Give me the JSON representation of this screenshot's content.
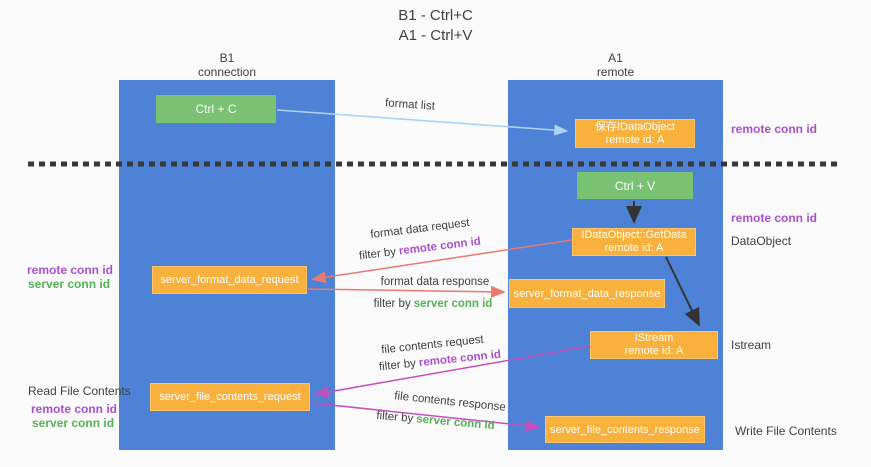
{
  "title": {
    "line1": "B1 - Ctrl+C",
    "line2": "A1 - Ctrl+V"
  },
  "lanes": {
    "left": {
      "name": "B1",
      "role": "connection"
    },
    "right": {
      "name": "A1",
      "role": "remote"
    }
  },
  "nodes": {
    "ctrl_c": "Ctrl + C",
    "ctrl_v": "Ctrl + V",
    "save_dataobject": {
      "line1": "保存IDataObject",
      "line2": "remote id: A"
    },
    "getdata": {
      "line1": "IDataObject::GetData",
      "line2": "remote id: A"
    },
    "istream": {
      "line1": "IStream",
      "line2": "remote id: A"
    },
    "server_format_data_request": "server_format_data_request",
    "server_format_data_response": "server_format_data_response",
    "server_file_contents_request": "server_file_contents_request",
    "server_file_contents_response": "server_file_contents_response"
  },
  "edge_labels": {
    "format_list": "format list",
    "format_data_request": "format data request",
    "format_data_response": "format data response",
    "file_contents_request": "file contents request",
    "file_contents_response": "file contents response",
    "filter_by": "filter by"
  },
  "shared": {
    "remote_conn_id": "remote conn id",
    "server_conn_id": "server conn id"
  },
  "side_labels": {
    "dataobject": "DataObject",
    "istream": "Istream",
    "read_file_contents": "Read File Contents",
    "write_file_contents": "Write File Contents"
  },
  "colors": {
    "bg": "#fafafa",
    "lane": "#4d82d6",
    "green": "#79c274",
    "orange": "#f9b13e",
    "orange-border": "#fcc66c",
    "salmon": "#e87a70",
    "magenta": "#c44fbe",
    "purple": "#aa50cd",
    "greentext": "#55b155",
    "lightblue": "#a9d3f2",
    "ink": "#3f3f3f",
    "dash": "#383838"
  }
}
